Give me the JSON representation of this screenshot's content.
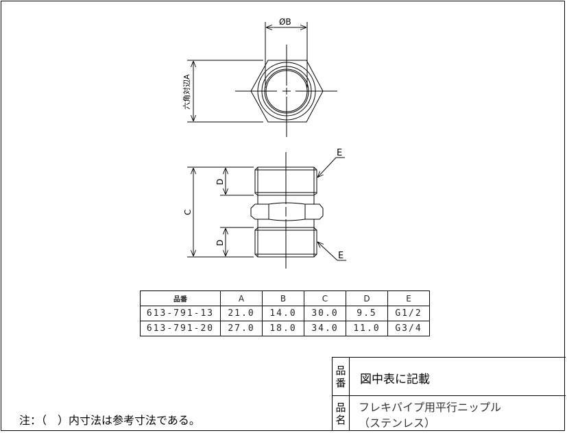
{
  "drawing": {
    "top_view": {
      "dim_B_label": "ØB",
      "dim_A_label": "六角対辺A"
    },
    "side_view": {
      "dim_C_label": "C",
      "dim_D_upper_label": "D",
      "dim_D_lower_label": "D",
      "thread_E_upper_label": "E",
      "thread_E_lower_label": "E"
    }
  },
  "spec_table": {
    "headers": [
      "品番",
      "A",
      "B",
      "C",
      "D",
      "E"
    ],
    "rows": [
      [
        "613-791-13",
        "21.0",
        "14.0",
        "30.0",
        "9.5",
        "G1/2"
      ],
      [
        "613-791-20",
        "27.0",
        "18.0",
        "34.0",
        "11.0",
        "G3/4"
      ]
    ]
  },
  "title_block": {
    "part_number_key": [
      "品",
      "番"
    ],
    "part_number_value": "図中表に記載",
    "part_name_key": [
      "品",
      "名"
    ],
    "part_name_line1": "フレキパイプ用平行ニップル",
    "part_name_line2": "（ステンレス）"
  },
  "note": "注：（　）内寸法は参考寸法である。"
}
